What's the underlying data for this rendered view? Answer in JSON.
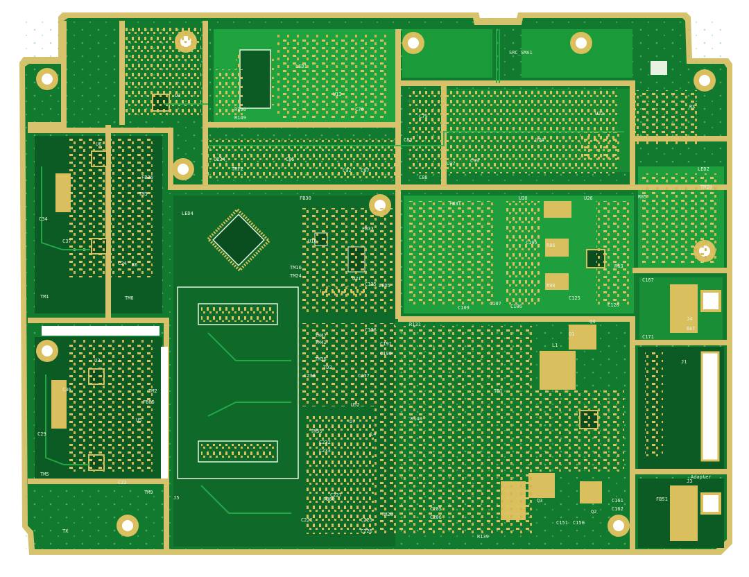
{
  "colors": {
    "background": "#ffffff",
    "gold_edge": "#d6c16c",
    "gold_pad": "#d9bf5e",
    "board_green": "#127a2f",
    "board_dark": "#0a4d1f",
    "copper_pour": "#1fa33e",
    "silkscreen": "#e8f2e0"
  },
  "board": {
    "labels": [
      {
        "text": "SRC_SMA1"
      },
      {
        "text": "RX"
      },
      {
        "text": "TX"
      },
      {
        "text": "Adapter"
      },
      {
        "text": "TRF2"
      },
      {
        "text": "LED1"
      },
      {
        "text": "LED2"
      },
      {
        "text": "LED4"
      },
      {
        "text": "LED5"
      },
      {
        "text": "U22"
      },
      {
        "text": "U24"
      },
      {
        "text": "U26"
      },
      {
        "text": "U30"
      },
      {
        "text": "U21"
      },
      {
        "text": "U17"
      },
      {
        "text": "U18"
      },
      {
        "text": "U13"
      },
      {
        "text": "U7"
      },
      {
        "text": "U6"
      },
      {
        "text": "U3"
      },
      {
        "text": "U5"
      },
      {
        "text": "U52"
      },
      {
        "text": "Q1"
      },
      {
        "text": "Q2"
      },
      {
        "text": "Q3"
      },
      {
        "text": "Q4"
      },
      {
        "text": "J1"
      },
      {
        "text": "J3"
      },
      {
        "text": "J4"
      },
      {
        "text": "J5"
      },
      {
        "text": "BAT"
      },
      {
        "text": "L1"
      },
      {
        "text": "L4"
      },
      {
        "text": "D7"
      },
      {
        "text": "FB30"
      },
      {
        "text": "FB31"
      },
      {
        "text": "FB33"
      },
      {
        "text": "FB51"
      },
      {
        "text": "FB60"
      },
      {
        "text": "FB86"
      },
      {
        "text": "FB85"
      },
      {
        "text": "C234"
      },
      {
        "text": "C85"
      },
      {
        "text": "C92"
      },
      {
        "text": "C87"
      },
      {
        "text": "C88"
      },
      {
        "text": "C99"
      },
      {
        "text": "C83"
      },
      {
        "text": "C79"
      },
      {
        "text": "C76"
      },
      {
        "text": "C105"
      },
      {
        "text": "C106"
      },
      {
        "text": "C109"
      },
      {
        "text": "C107"
      },
      {
        "text": "C136"
      },
      {
        "text": "C135"
      },
      {
        "text": "C191"
      },
      {
        "text": "C190"
      },
      {
        "text": "C238"
      },
      {
        "text": "C237"
      },
      {
        "text": "C232"
      },
      {
        "text": "C233"
      },
      {
        "text": "C227"
      },
      {
        "text": "C226"
      },
      {
        "text": "C225"
      },
      {
        "text": "C221"
      },
      {
        "text": "C206"
      },
      {
        "text": "C205"
      },
      {
        "text": "C151"
      },
      {
        "text": "C150"
      },
      {
        "text": "C161"
      },
      {
        "text": "C162"
      },
      {
        "text": "C167"
      },
      {
        "text": "C171"
      },
      {
        "text": "C120"
      },
      {
        "text": "C125"
      },
      {
        "text": "C22"
      },
      {
        "text": "C29"
      },
      {
        "text": "C34"
      },
      {
        "text": "C37"
      },
      {
        "text": "C24"
      },
      {
        "text": "C36"
      },
      {
        "text": "R86"
      },
      {
        "text": "R90"
      },
      {
        "text": "R85"
      },
      {
        "text": "R63"
      },
      {
        "text": "R6"
      },
      {
        "text": "R140"
      },
      {
        "text": "R131"
      },
      {
        "text": "R139"
      },
      {
        "text": "R149"
      },
      {
        "text": "R190"
      },
      {
        "text": "TM1"
      },
      {
        "text": "TM2"
      },
      {
        "text": "TM3"
      },
      {
        "text": "TM5"
      },
      {
        "text": "TM6"
      },
      {
        "text": "TM9"
      },
      {
        "text": "TM16"
      },
      {
        "text": "TM20"
      },
      {
        "text": "TM24"
      },
      {
        "text": "TM28"
      },
      {
        "text": "TM36"
      },
      {
        "text": "TM42"
      },
      {
        "text": "TM47"
      },
      {
        "text": "TM55"
      },
      {
        "text": "TD1"
      },
      {
        "text": "TD3"
      }
    ]
  }
}
